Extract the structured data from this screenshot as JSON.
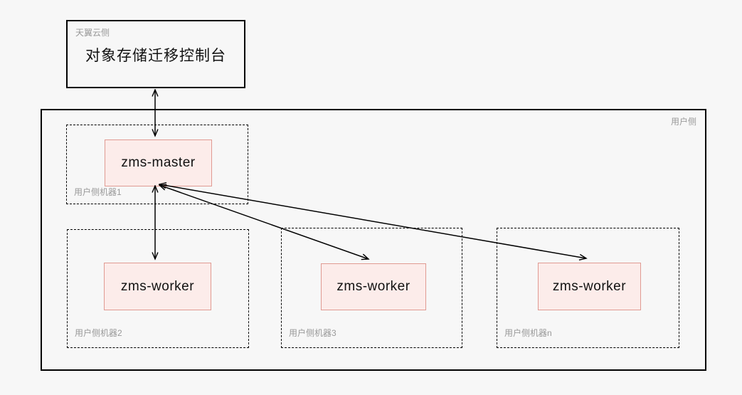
{
  "diagram": {
    "cloud_box": {
      "label": "天翼云侧",
      "title": "对象存储迁移控制台"
    },
    "user_box": {
      "label": "用户侧"
    },
    "machines": [
      {
        "label": "用户侧机器1",
        "node": "zms-master"
      },
      {
        "label": "用户侧机器2",
        "node": "zms-worker"
      },
      {
        "label": "用户侧机器3",
        "node": "zms-worker"
      },
      {
        "label": "用户侧机器n",
        "node": "zms-worker"
      }
    ],
    "connections": [
      "对象存储迁移控制台 <-> zms-master",
      "zms-master <-> zms-worker (用户侧机器2)",
      "zms-master <-> zms-worker (用户侧机器3)",
      "zms-master <-> zms-worker (用户侧机器n)"
    ],
    "colors": {
      "background": "#f7f7f7",
      "box_border": "#000000",
      "node_fill": "#fcecea",
      "node_border": "#e09a92",
      "label_gray": "#999999",
      "arrow": "#000000"
    }
  }
}
